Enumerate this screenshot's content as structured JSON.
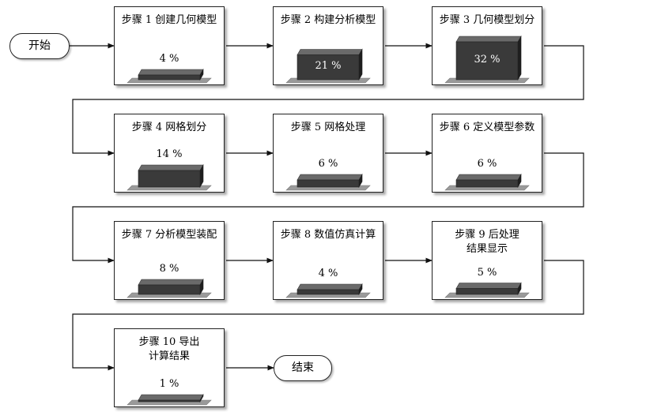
{
  "start_label": "开始",
  "end_label": "结束",
  "steps": [
    {
      "title": "步骤 1  创建几何模型",
      "percent": 4,
      "percent_label": "4 %"
    },
    {
      "title": "步骤 2  构建分析模型",
      "percent": 21,
      "percent_label": "21 %"
    },
    {
      "title": "步骤 3  几何模型划分",
      "percent": 32,
      "percent_label": "32 %"
    },
    {
      "title": "步骤 4  网格划分",
      "percent": 14,
      "percent_label": "14 %"
    },
    {
      "title": "步骤 5  网格处理",
      "percent": 6,
      "percent_label": "6 %"
    },
    {
      "title": "步骤 6  定义模型参数",
      "percent": 6,
      "percent_label": "6 %"
    },
    {
      "title": "步骤 7  分析模型装配",
      "percent": 8,
      "percent_label": "8 %"
    },
    {
      "title": "步骤 8  数值仿真计算",
      "percent": 4,
      "percent_label": "4 %"
    },
    {
      "title": "步骤 9  后处理\n结果显示",
      "percent": 5,
      "percent_label": "5 %"
    },
    {
      "title": "步骤 10  导出\n计算结果",
      "percent": 1,
      "percent_label": "1 %"
    }
  ]
}
